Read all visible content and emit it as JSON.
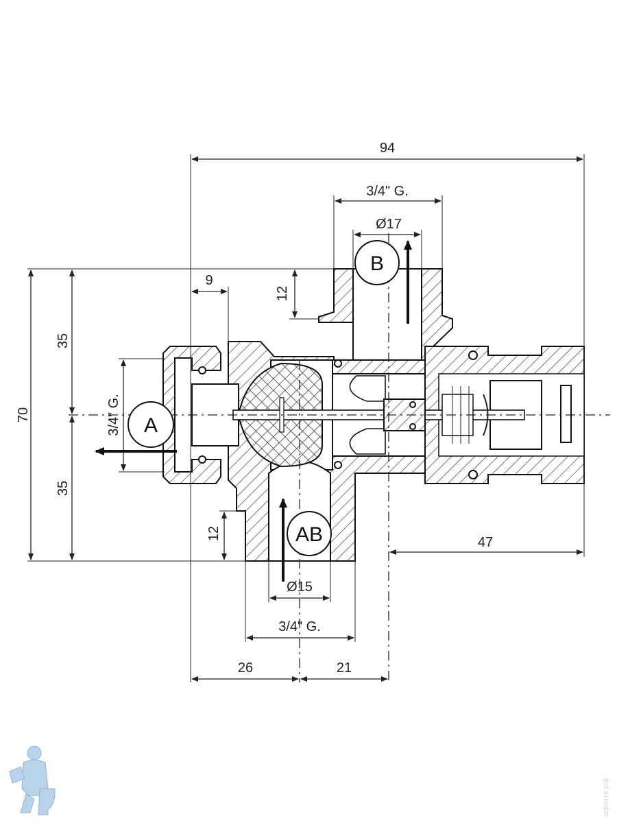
{
  "dimensions": {
    "overall_width": "94",
    "top_thread": "3/4\" G.",
    "top_bore": "Ø17",
    "left_offset": "9",
    "top_height": "12",
    "overall_height": "70",
    "upper_half": "35",
    "lower_half": "35",
    "left_thread": "3/4\" G.",
    "bottom_height": "12",
    "bottom_bore": "Ø15",
    "bottom_thread": "3/4\" G.",
    "left_to_ab": "26",
    "ab_to_b": "21",
    "right_length": "47"
  },
  "ports": {
    "a": "A",
    "b": "B",
    "ab": "AB"
  },
  "watermark": "афоня.рф"
}
